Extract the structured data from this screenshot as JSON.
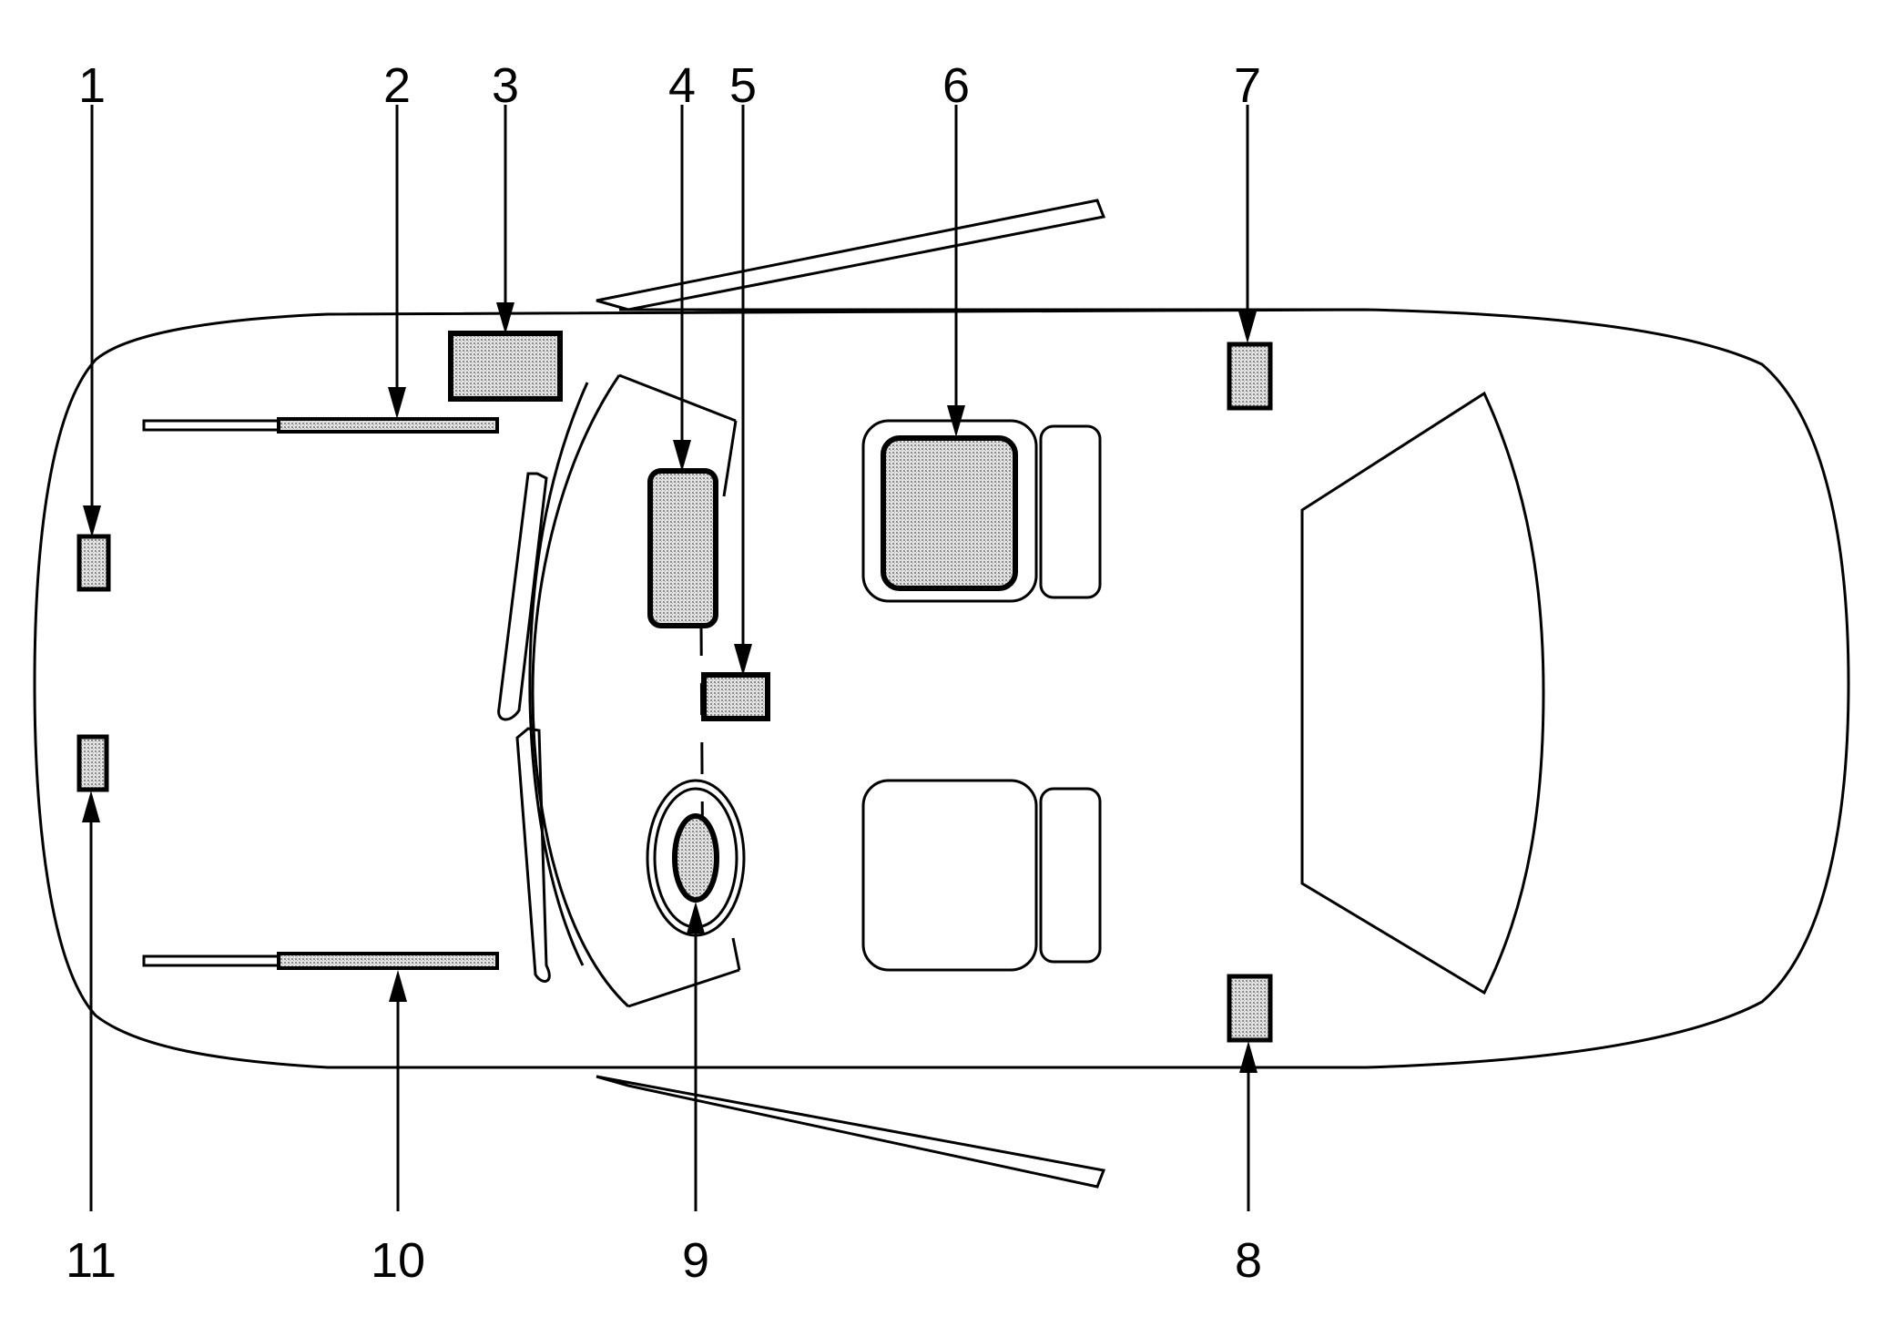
{
  "diagram": {
    "callouts": [
      {
        "id": "1",
        "label": "1"
      },
      {
        "id": "2",
        "label": "2"
      },
      {
        "id": "3",
        "label": "3"
      },
      {
        "id": "4",
        "label": "4"
      },
      {
        "id": "5",
        "label": "5"
      },
      {
        "id": "6",
        "label": "6"
      },
      {
        "id": "7",
        "label": "7"
      },
      {
        "id": "8",
        "label": "8"
      },
      {
        "id": "9",
        "label": "9"
      },
      {
        "id": "10",
        "label": "10"
      },
      {
        "id": "11",
        "label": "11"
      }
    ],
    "colors": {
      "line": "#000000",
      "component_fill": "#d4d4d4",
      "background": "#ffffff"
    }
  }
}
